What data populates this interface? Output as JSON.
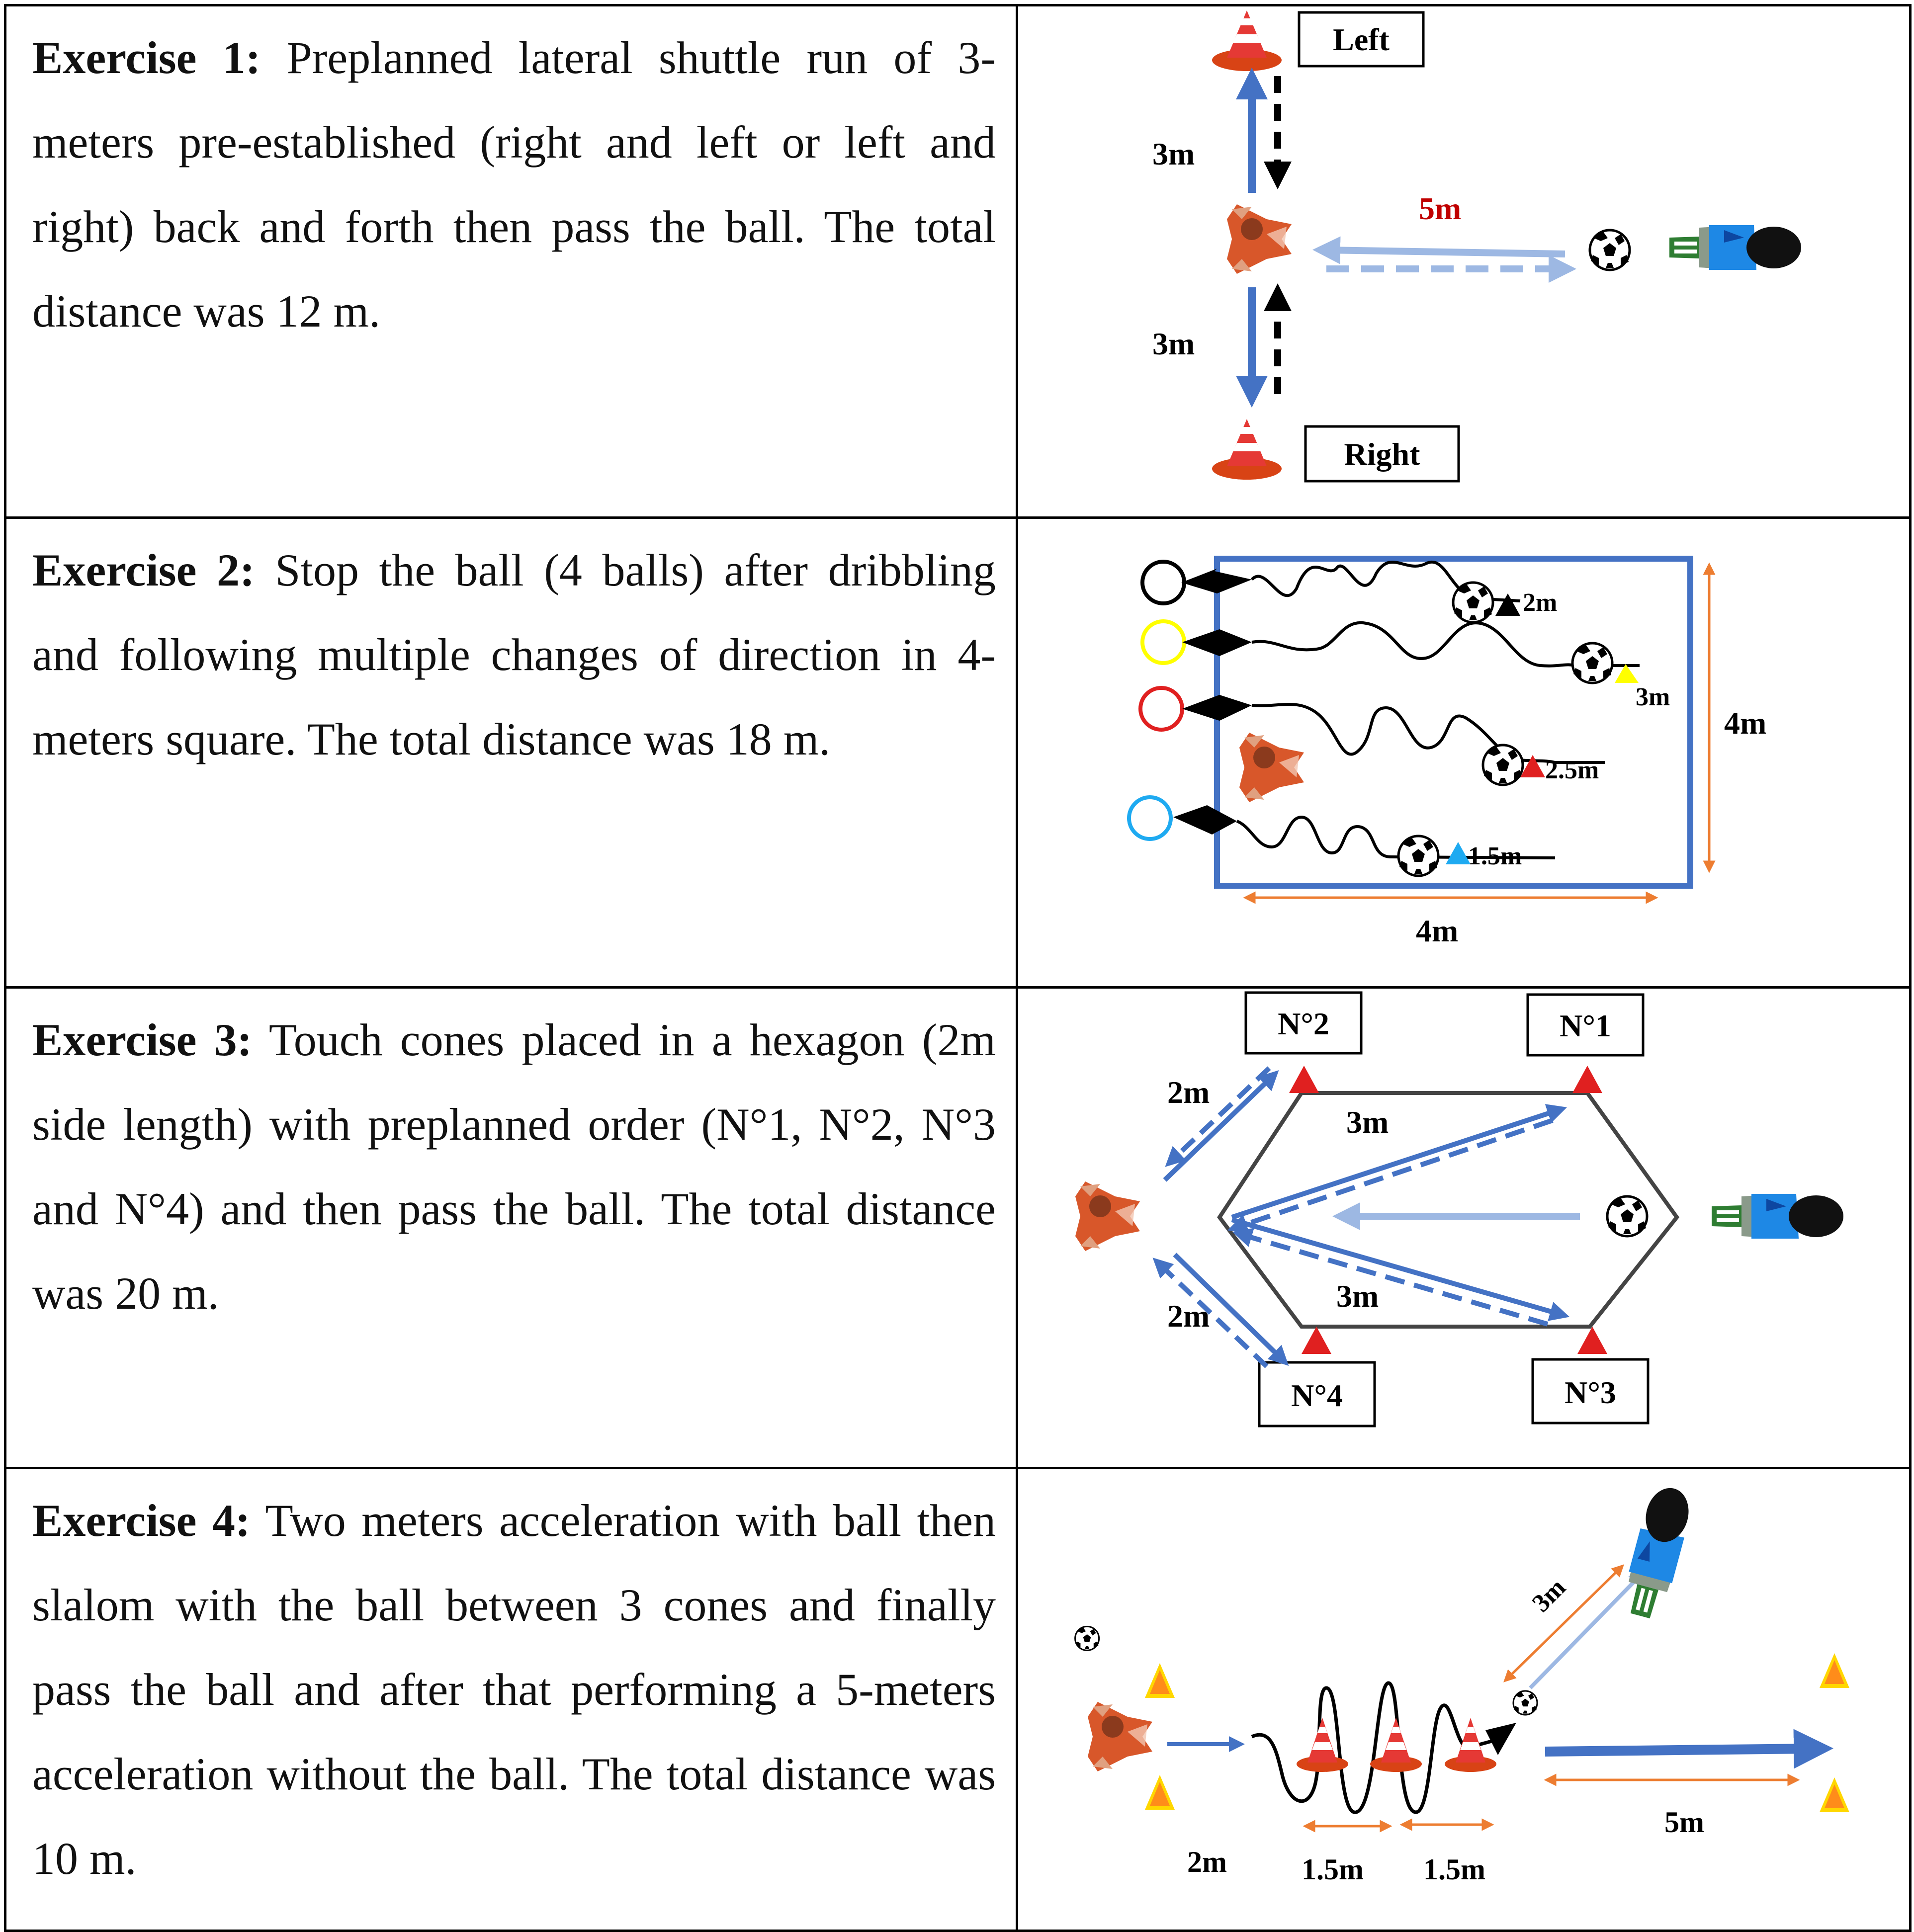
{
  "exercises": [
    {
      "heading": "Exercise 1:",
      "text": " Preplanned lateral shuttle run of 3-meters pre-established (right and left or left and right) back and forth then pass the ball. The total distance was 12 m.",
      "figure": {
        "label_left": "Left",
        "label_right": "Right",
        "dist_up": "3m",
        "dist_down": "3m",
        "dist_pass": "5m"
      }
    },
    {
      "heading": "Exercise 2:",
      "text": " Stop the ball (4 balls) after dribbling and following multiple changes of direction in 4-meters square. The total distance was 18 m.",
      "figure": {
        "marker1": "2m",
        "marker2": "3m",
        "marker3": "2.5m",
        "marker4": "1.5m",
        "side_height": "4m",
        "side_width": "4m"
      }
    },
    {
      "heading": "Exercise 3:",
      "text": " Touch cones placed in a hexagon (2m side length) with preplanned order (N°1, N°2, N°3 and N°4) and then pass the ball. The total distance was 20 m.",
      "figure": {
        "cone1": "N°1",
        "cone2": "N°2",
        "cone3": "N°3",
        "cone4": "N°4",
        "dist_upper_left": "2m",
        "dist_lower_left": "2m",
        "dist_upper": "3m",
        "dist_lower": "3m"
      }
    },
    {
      "heading": "Exercise 4:",
      "text": " Two meters acceleration with ball then slalom with the ball between 3 cones and finally pass the ball and after that performing a 5-meters acceleration without the ball. The total distance was 10 m.",
      "figure": {
        "dist_start": "2m",
        "dist_cone_a": "1.5m",
        "dist_cone_b": "1.5m",
        "dist_pass": "3m",
        "dist_sprint": "5m"
      }
    }
  ],
  "colors": {
    "blue_arrow": "#4472c4",
    "light_blue_arrow": "#9db8e3",
    "orange_line": "#ed7d31",
    "dark_red": "#c00000",
    "cone_red": "#e02020",
    "yellow": "#ffff00",
    "sky_blue": "#1eaaf1"
  }
}
